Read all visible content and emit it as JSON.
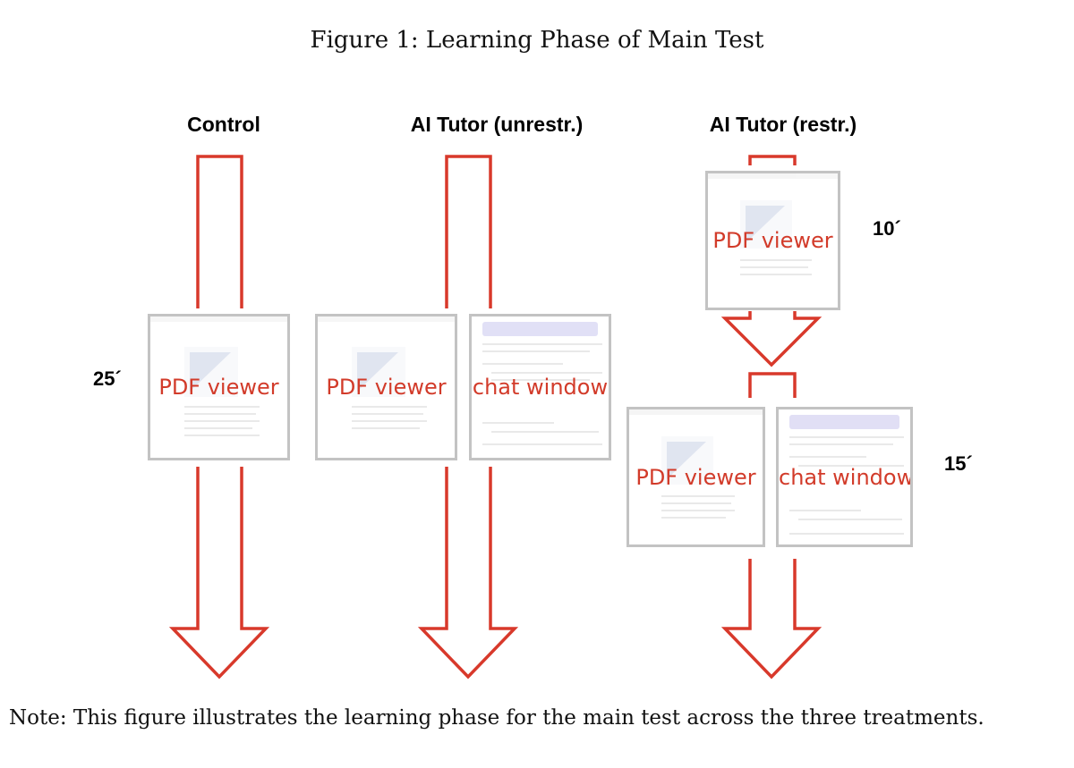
{
  "figure": {
    "title": "Figure 1: Learning Phase of Main Test",
    "note": "Note: This figure illustrates the learning phase for the main test across the three treatments."
  },
  "treatments": {
    "control": {
      "title": "Control",
      "duration": "25´",
      "pdf_label": "PDF viewer"
    },
    "unrestricted": {
      "title": "AI Tutor (unrestr.)",
      "pdf_label": "PDF viewer",
      "chat_label": "chat window"
    },
    "restricted": {
      "title": "AI Tutor (restr.)",
      "phase1": {
        "duration": "10´",
        "pdf_label": "PDF viewer"
      },
      "phase2": {
        "duration": "15´",
        "pdf_label": "PDF viewer",
        "chat_label": "chat window"
      }
    }
  },
  "colors": {
    "arrow": "#d8392b",
    "frame": "#c3c3c3",
    "label": "#d23b2a",
    "chat_header": "#c9c6ee"
  }
}
